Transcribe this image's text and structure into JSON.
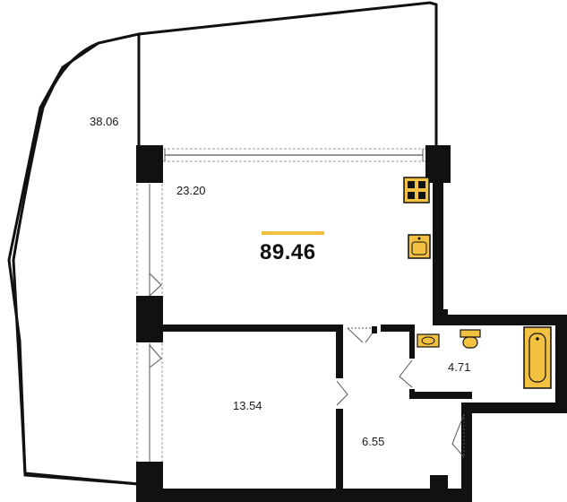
{
  "plan": {
    "total_area": "89.46",
    "rooms": [
      {
        "id": "terrace",
        "area": "38.06"
      },
      {
        "id": "living-kitchen",
        "area": "23.20"
      },
      {
        "id": "bedroom",
        "area": "13.54"
      },
      {
        "id": "hallway",
        "area": "6.55"
      },
      {
        "id": "bathroom",
        "area": "4.71"
      }
    ],
    "colors": {
      "wall": "#111111",
      "fixture_fill": "#f2c141",
      "accent_bar": "#f2c141",
      "window_line": "#999999"
    },
    "icons": [
      "kitchen-stove-icon",
      "kitchen-sink-icon",
      "washbasin-icon",
      "toilet-icon",
      "bathtub-icon",
      "door-swing-icon"
    ]
  }
}
